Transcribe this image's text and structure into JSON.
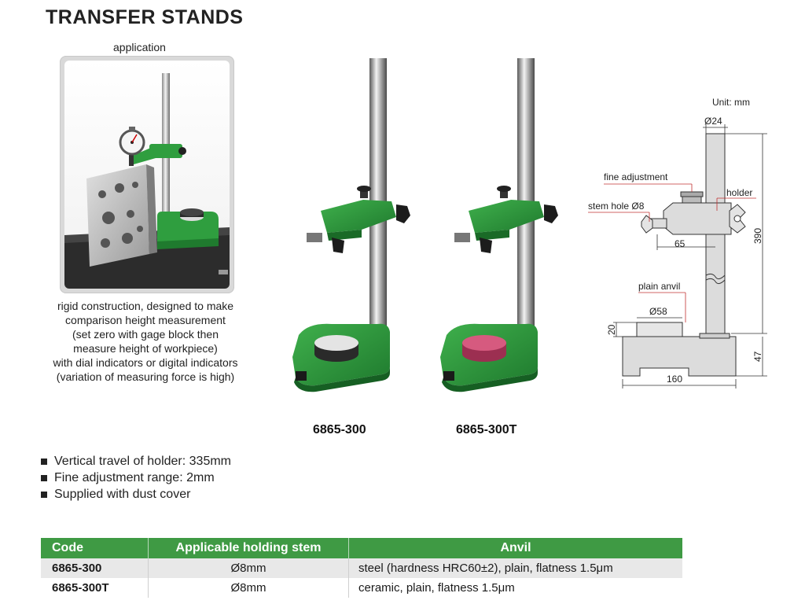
{
  "page": {
    "title": "TRANSFER STANDS",
    "application_label": "application",
    "description": [
      "rigid construction, designed to make",
      "comparison height measurement",
      "(set zero with gage block then",
      "measure height of workpiece)",
      "with dial indicators or digital indicators",
      "(variation of measuring force is high)"
    ]
  },
  "products": [
    {
      "model": "6865-300",
      "anvil_color": "#e4e4e4"
    },
    {
      "model": "6865-300T",
      "anvil_color": "#d65a7f"
    }
  ],
  "diagram": {
    "unit": "Unit: mm",
    "labels": {
      "dia24": "Ø24",
      "fine_adjustment": "fine adjustment",
      "holder": "holder",
      "stem_hole": "stem hole Ø8",
      "dim65": "65",
      "dim390": "390",
      "plain_anvil": "plain anvil",
      "dia58": "Ø58",
      "dim20": "20",
      "dim47": "47",
      "dim160": "160"
    }
  },
  "features": [
    "Vertical travel of holder: 335mm",
    "Fine adjustment range: 2mm",
    "Supplied with dust cover"
  ],
  "table": {
    "headers": [
      "Code",
      "Applicable holding stem",
      "Anvil"
    ],
    "rows": [
      {
        "code": "6865-300",
        "stem": "Ø8mm",
        "anvil": "steel (hardness HRC60±2), plain, flatness 1.5μm"
      },
      {
        "code": "6865-300T",
        "stem": "Ø8mm",
        "anvil": "ceramic, plain, flatness 1.5μm"
      }
    ],
    "header_color": "#3f9a44"
  },
  "colors": {
    "stand_green": "#2f9e3f",
    "stand_green_dark": "#1f7a2e",
    "table_header": "#3f9a44"
  }
}
